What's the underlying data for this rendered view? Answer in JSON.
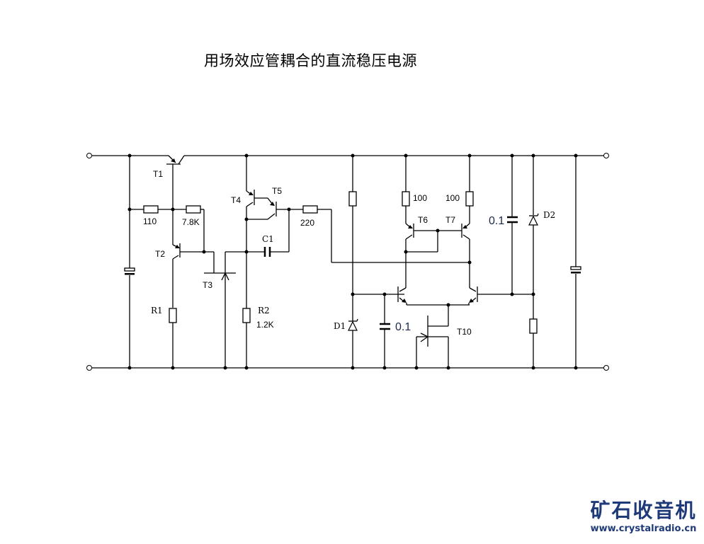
{
  "title": "用场效应管耦合的直流稳压电源",
  "components": {
    "T1": "T1",
    "T2": "T2",
    "T3": "T3",
    "T4": "T4",
    "T5": "T5",
    "T6": "T6",
    "T7": "T7",
    "T10": "T10",
    "R1": "R1",
    "R2": "R2",
    "R2_value": "1.2K",
    "R_110": "110",
    "R_7_8K": "7.8K",
    "R_220": "220",
    "R_T6": "100",
    "R_T7": "100",
    "C1": "C1",
    "C_mid": "0.1",
    "C_right": "0.1",
    "D1": "D1",
    "D2": "D2"
  },
  "logo": {
    "name": "矿石收音机",
    "url": "www.crystalradio.cn",
    "color": "#1e3a78"
  }
}
